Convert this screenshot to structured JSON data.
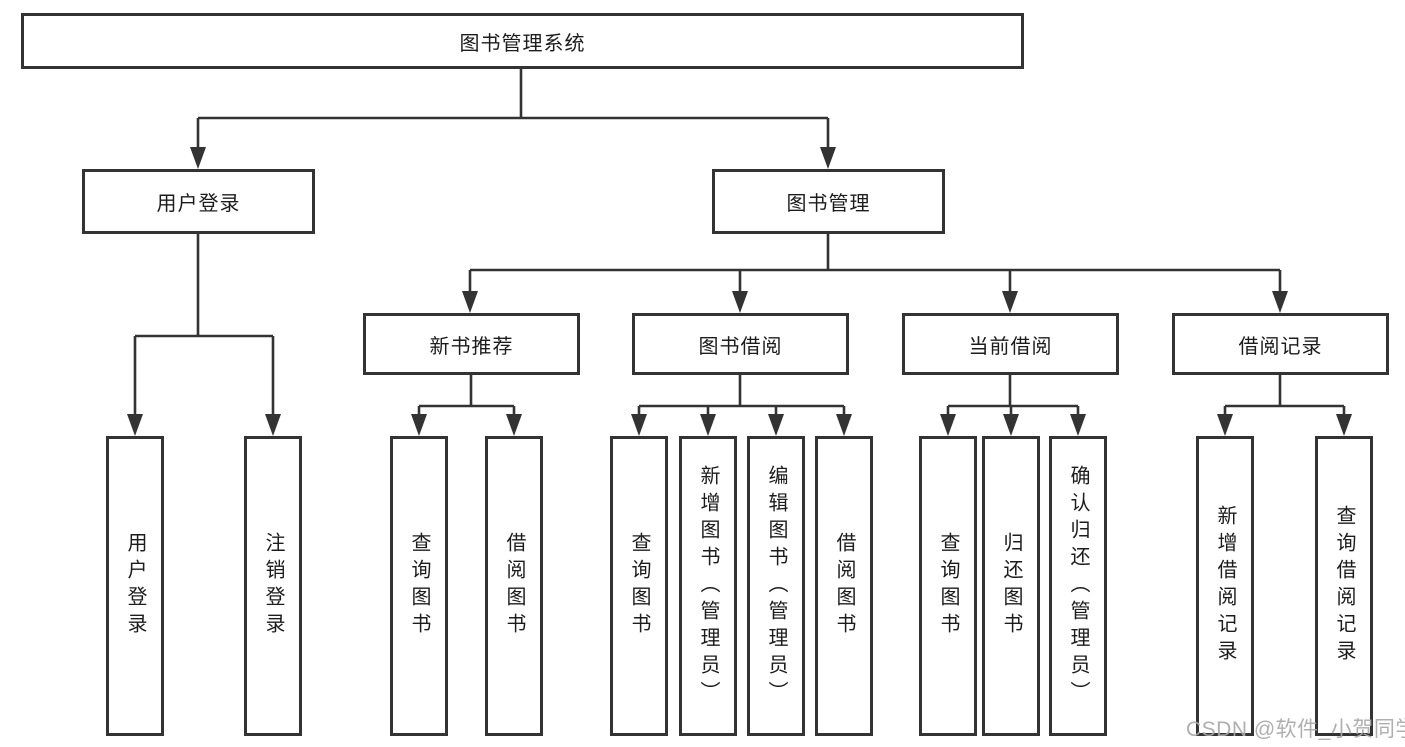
{
  "diagram": {
    "root": {
      "label": "图书管理系统"
    },
    "level2": [
      {
        "label": "用户登录"
      },
      {
        "label": "图书管理"
      }
    ],
    "level3": [
      {
        "label": "新书推荐"
      },
      {
        "label": "图书借阅"
      },
      {
        "label": "当前借阅"
      },
      {
        "label": "借阅记录"
      }
    ],
    "leaves": [
      {
        "label": "用户登录"
      },
      {
        "label": "注销登录"
      },
      {
        "label": "查询图书"
      },
      {
        "label": "借阅图书"
      },
      {
        "label": "查询图书"
      },
      {
        "label": "新增图书（管理员）"
      },
      {
        "label": "编辑图书（管理员）"
      },
      {
        "label": "借阅图书"
      },
      {
        "label": "查询图书"
      },
      {
        "label": "归还图书"
      },
      {
        "label": "确认归还（管理员）"
      },
      {
        "label": "新增借阅记录"
      },
      {
        "label": "查询借阅记录"
      }
    ],
    "watermark": "CSDN @软件_小贺同学",
    "colors": {
      "line": "#333333",
      "box_border": "#333333",
      "box_fill": "#ffffff",
      "text": "#1c1c1c",
      "watermark": "#a8a8a8"
    }
  }
}
